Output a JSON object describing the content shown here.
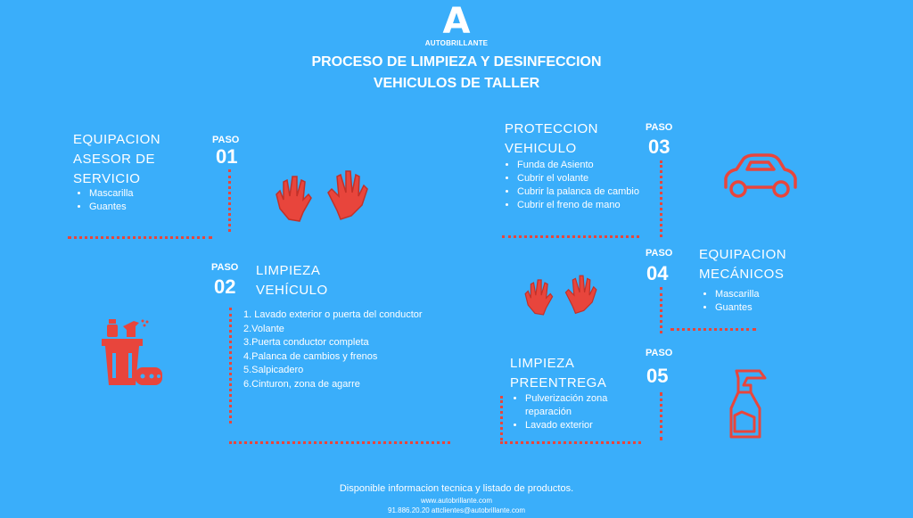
{
  "brand": {
    "letter": "A",
    "name": "AUTOBRILLANTE"
  },
  "title": {
    "line1": "PROCESO DE LIMPIEZA Y DESINFECCION",
    "line2": "VEHICULOS DE TALLER"
  },
  "colors": {
    "background": "#3aaefa",
    "accent": "#e8453c",
    "text": "#ffffff"
  },
  "steps": [
    {
      "paso": "PASO",
      "number": "01",
      "title_lines": [
        "EQUIPACION",
        "ASESOR DE",
        "SERVICIO"
      ],
      "items": [
        "Mascarilla",
        "Guantes"
      ],
      "icon": "gloves-icon"
    },
    {
      "paso": "PASO",
      "number": "02",
      "title_lines": [
        "LIMPIEZA",
        "VEHÍCULO"
      ],
      "items": [
        "1.  Lavado exterior o puerta del conductor",
        "2.Volante",
        "3.Puerta conductor completa",
        "4.Palanca de cambios y frenos",
        "5.Salpicadero",
        "6.Cinturon, zona de agarre"
      ],
      "icon": "cleaning-bucket-icon"
    },
    {
      "paso": "PASO",
      "number": "03",
      "title_lines": [
        "PROTECCION",
        "VEHICULO"
      ],
      "items": [
        "Funda de Asiento",
        "Cubrir el volante",
        "Cubrir la palanca de cambio",
        "Cubrir el freno de mano"
      ],
      "icon": "car-icon"
    },
    {
      "paso": "PASO",
      "number": "04",
      "title_lines": [
        "EQUIPACION",
        "MECÁNICOS"
      ],
      "items": [
        "Mascarilla",
        "Guantes"
      ],
      "icon": "gloves-icon"
    },
    {
      "paso": "PASO",
      "number": "05",
      "title_lines": [
        "LIMPIEZA",
        "PREENTREGA"
      ],
      "items": [
        "Pulverización zona reparación",
        "Lavado exterior"
      ],
      "icon": "spray-bottle-icon"
    }
  ],
  "footer": {
    "line1": "Disponible informacion tecnica y listado de productos.",
    "line2": "www.autobrillante.com",
    "line3": "91.886.20.20 attclientes@autobrillante.com"
  }
}
